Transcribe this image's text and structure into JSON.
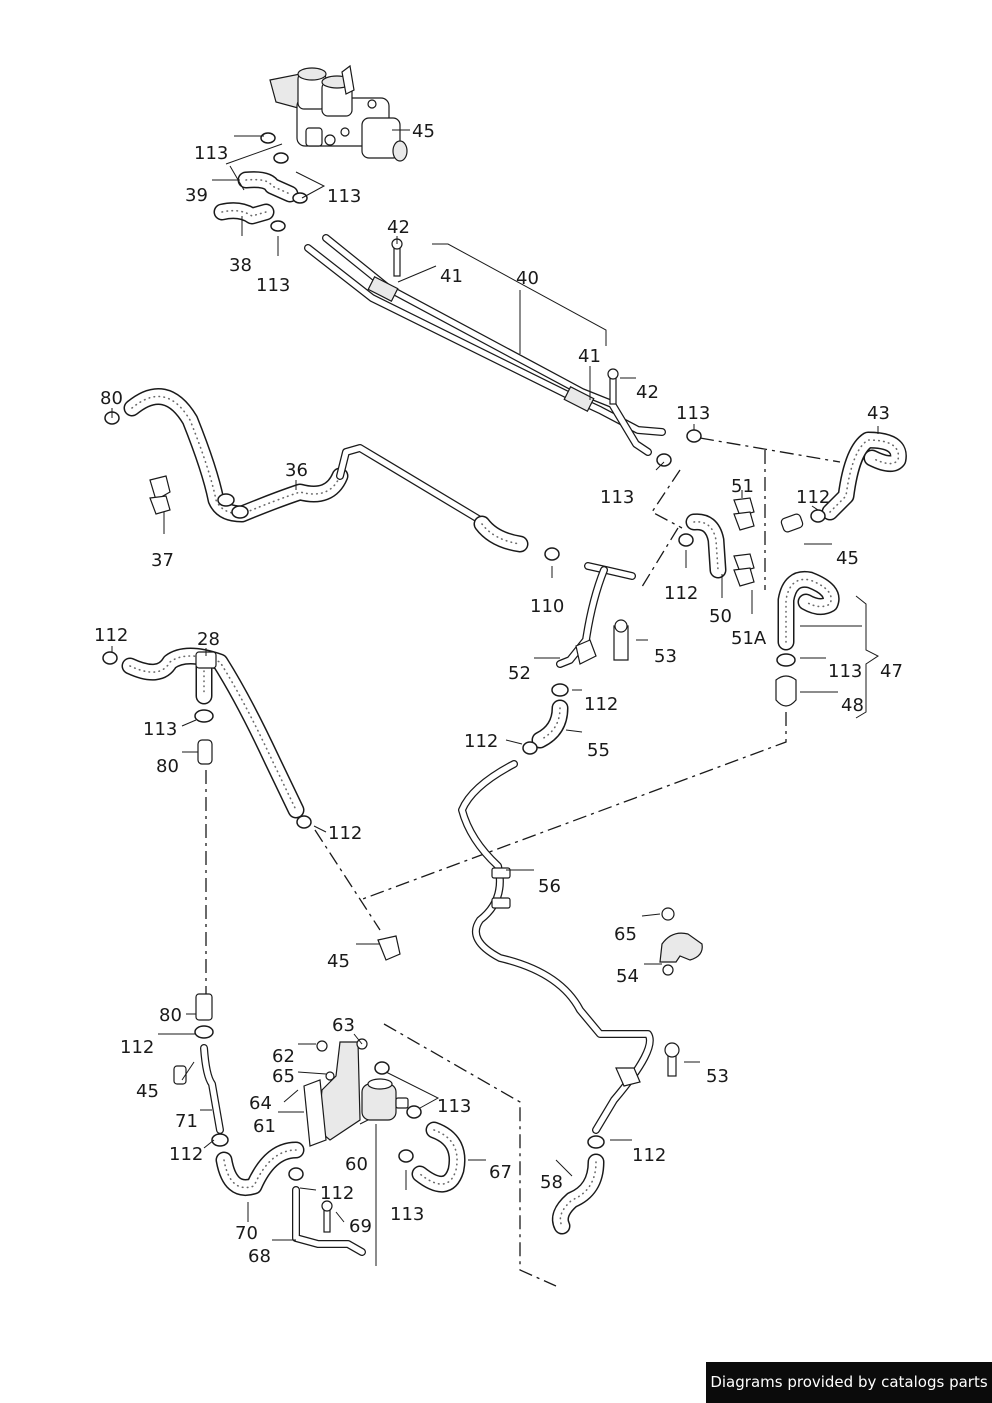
{
  "footer": {
    "text": "Diagrams provided by catalogs parts"
  },
  "labels": {
    "l45_top": "45",
    "l113_a": "113",
    "l39": "39",
    "l113_b": "113",
    "l38": "38",
    "l113_c": "113",
    "l42_a": "42",
    "l41_a": "41",
    "l40": "40",
    "l41_b": "41",
    "l42_b": "42",
    "l80_a": "80",
    "l36": "36",
    "l37": "37",
    "l113_d": "113",
    "l113_e": "113",
    "l43": "43",
    "l51": "51",
    "l112_a": "112",
    "l45_b": "45",
    "l110": "110",
    "l112_b": "112",
    "l50": "50",
    "l51a": "51A",
    "l47": "47",
    "l113_f": "113",
    "l48": "48",
    "l112_c": "112",
    "l28": "28",
    "l53_a": "53",
    "l52": "52",
    "l112_d": "112",
    "l113_g": "113",
    "l112_e": "112",
    "l55": "55",
    "l80_b": "80",
    "l112_f": "112",
    "l56": "56",
    "l65_a": "65",
    "l54": "54",
    "l45_c": "45",
    "l80_c": "80",
    "l63": "63",
    "l112_g": "112",
    "l62": "62",
    "l53_b": "53",
    "l65_b": "65",
    "l45_d": "45",
    "l64": "64",
    "l113_h": "113",
    "l71": "71",
    "l61": "61",
    "l112_h": "112",
    "l112_i": "112",
    "l60": "60",
    "l67": "67",
    "l58": "58",
    "l112_j": "112",
    "l113_i": "113",
    "l70": "70",
    "l69": "69",
    "l68": "68"
  }
}
